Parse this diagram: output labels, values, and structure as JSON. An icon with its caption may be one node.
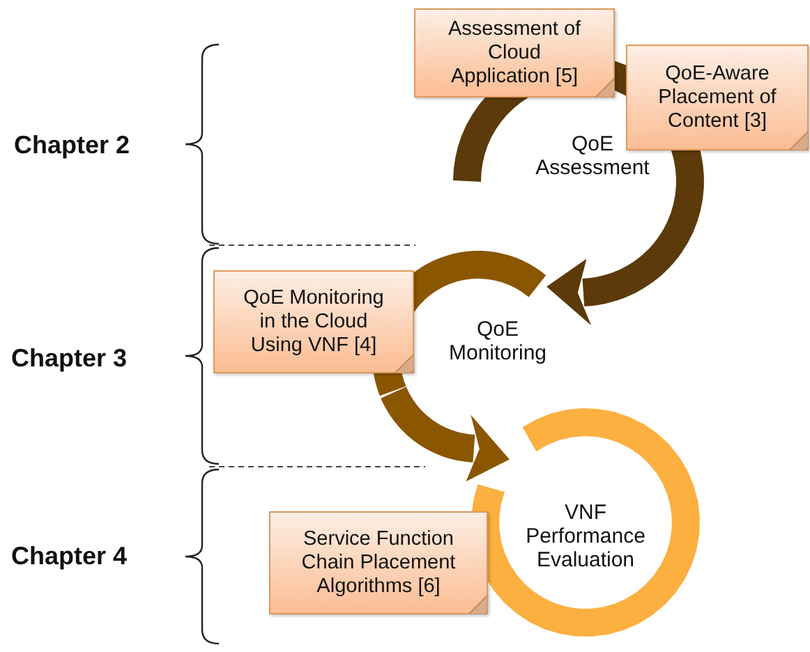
{
  "diagram": {
    "nodes": [
      {
        "text": [
          "Assessment of Cloud Application [5]"
        ]
      },
      {
        "text": [
          "QoE-Aware Placement of Content [3]"
        ]
      },
      {
        "text": [
          "QoE Assessment"
        ]
      },
      {
        "text": [
          "QoE Monitoring in the Cloud Using VNF [4]"
        ]
      },
      {
        "text": [
          "QoE Monitoring"
        ]
      },
      {
        "text": [
          "Service Function Chain Placement Algorithms [6]"
        ]
      },
      {
        "text": [
          "VNF Performance Evaluation"
        ]
      }
    ],
    "edges": [
      {
        "from": 2,
        "to": 4,
        "arrow": "to",
        "color": "#5c3a0a"
      },
      {
        "from": 4,
        "to": 6,
        "arrow": "to",
        "color": "#8b5600"
      }
    ],
    "labels": [
      "Chapter 2",
      "Chapter 3",
      "Chapter 4"
    ]
  }
}
